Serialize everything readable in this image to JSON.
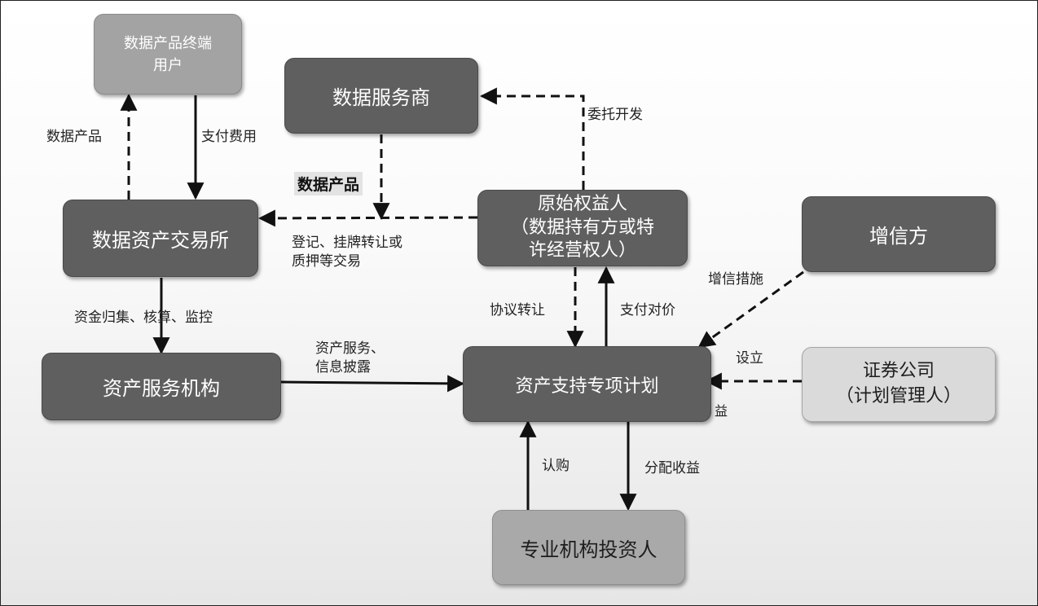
{
  "nodes": {
    "end_user": "数据产品终端\n用户",
    "service_provider": "数据服务商",
    "exchange": "数据资产交易所",
    "original_owner": "原始权益人\n（数据持有方或特\n许经营权人）",
    "credit_enhancer": "增信方",
    "asset_service": "资产服务机构",
    "abs_plan": "资产支持专项计划",
    "securities": "证券公司\n（计划管理人）",
    "investors": "专业机构投资人"
  },
  "labels": {
    "data_product_left": "数据产品",
    "pay_fee": "支付费用",
    "data_product_bold": "数据产品",
    "entrust_dev": "委托开发",
    "register_trade": "登记、挂牌转让或\n质押等交易",
    "collect_audit": "资金归集、核算、监控",
    "asset_disclosure": "资产服务、\n信息披露",
    "agreement_transfer": "协议转让",
    "pay_consideration": "支付对价",
    "credit_measures": "增信措施",
    "establish": "设立",
    "subscribe": "认购",
    "distribute": "分配收益",
    "fragment_yi": "益"
  }
}
